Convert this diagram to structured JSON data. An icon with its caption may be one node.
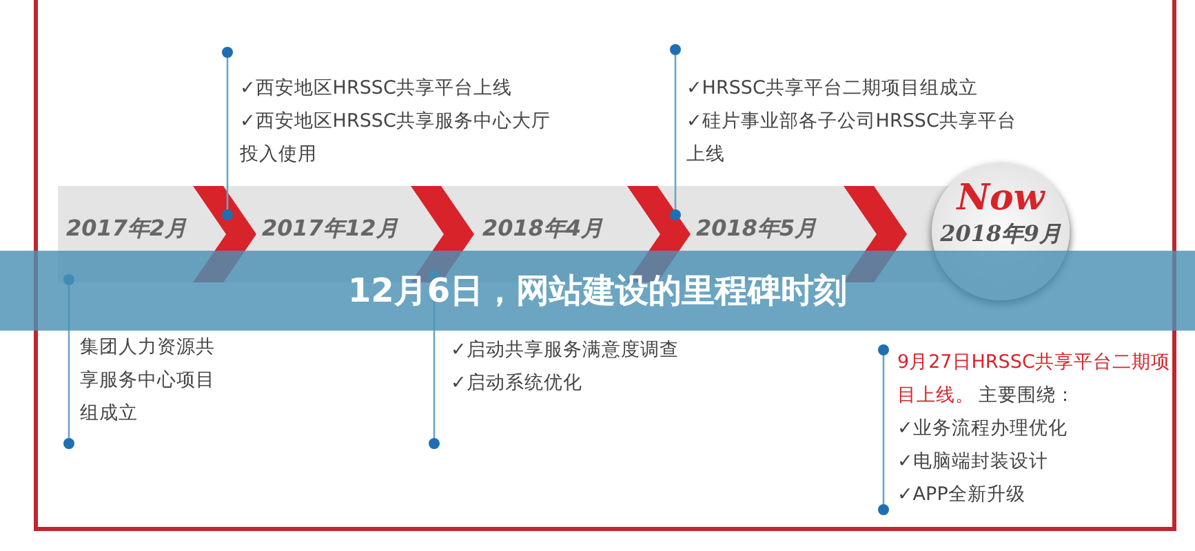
{
  "diagram": {
    "title": "12月6日，网站建设的里程碑时刻",
    "nodes": [
      {
        "text": [
          "Now",
          "2018年9月"
        ]
      }
    ],
    "labels": [
      "✓西安地区HRSSC共享平台上线",
      "✓西安地区HRSSC共享服务中心大厅投入使用",
      "✓HRSSC共享平台二期项目组成立",
      "✓硅片事业部各子公司HRSSC共享平台上线",
      "2017年2月",
      "2017年12月",
      "2018年4月",
      "2018年5月",
      "集团人力资源共享服务中心项目组成立",
      "✓启动共享服务满意度调查",
      "✓启动系统优化",
      "9月27日HRSSC共享平台二期项目上线。",
      "主要围绕：",
      "✓业务流程办理优化",
      "✓电脑端封装设计",
      "✓APP全新升级"
    ]
  }
}
